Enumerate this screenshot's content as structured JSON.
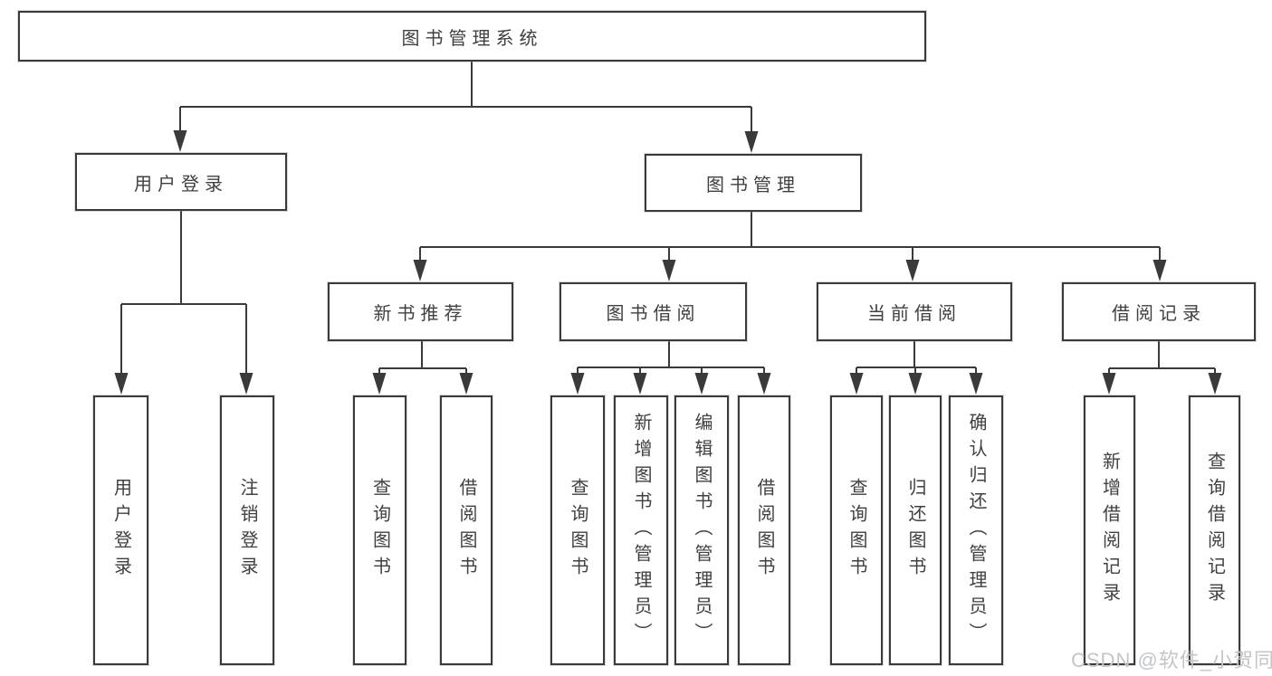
{
  "diagram": {
    "root": "图书管理系统",
    "branches": [
      {
        "label": "用户登录",
        "leaves": [
          "用户登录",
          "注销登录"
        ]
      },
      {
        "label": "图书管理",
        "groups": [
          {
            "label": "新书推荐",
            "leaves": [
              "查询图书",
              "借阅图书"
            ]
          },
          {
            "label": "图书借阅",
            "leaves": [
              "查询图书",
              "新增图书（管理员）",
              "编辑图书（管理员）",
              "借阅图书"
            ]
          },
          {
            "label": "当前借阅",
            "leaves": [
              "查询图书",
              "归还图书",
              "确认归还（管理员）"
            ]
          },
          {
            "label": "借阅记录",
            "leaves": [
              "新增借阅记录",
              "查询借阅记录"
            ]
          }
        ]
      }
    ],
    "line_color": "#3a3a3a",
    "box_background": "#ffffff"
  },
  "watermark": "CSDN @软件_小贺同学"
}
